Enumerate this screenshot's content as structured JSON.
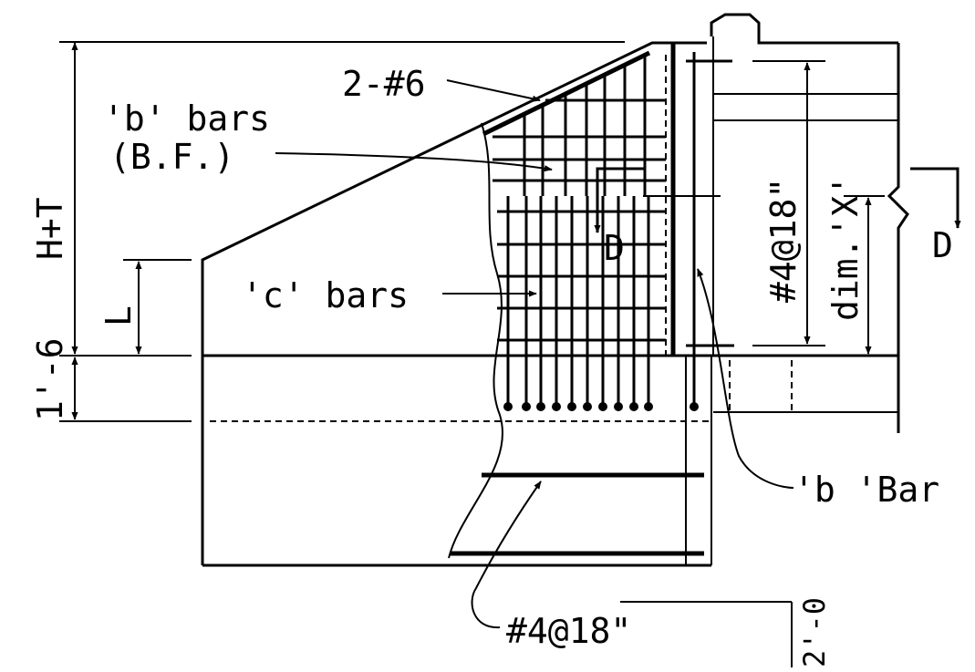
{
  "drawing": {
    "labels": {
      "two_no6": "2-#6",
      "b_bars": "'b' bars",
      "bf": "(B.F.)",
      "c_bars": "'c' bars",
      "b_bar": "'b 'Bar",
      "h_plus_t": "H+T",
      "l": "L",
      "one_six": "1'-6",
      "no4_at_18_vertical": "#4@18\"",
      "no4_at_18_bottom": "#4@18\"",
      "dim_x": "dim.'X'",
      "section_left": "D",
      "section_right": "D",
      "two_zero": "2'-0"
    }
  }
}
